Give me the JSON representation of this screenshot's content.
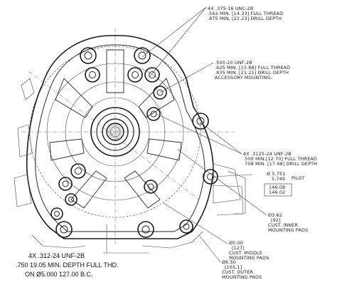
{
  "callouts": {
    "bolt_375": [
      "4X .375-16 UNC-2B",
      ".562 MIN. [14.33] FULL THREAD",
      ".875 MIN. [22.23] DRILL DEPTH"
    ],
    "bolt_500": [
      ".500-20 UNF-2B",
      ".625 MIN. [15.88] FULL THREAD",
      ".835 MIN. [21.21] DRILL DEPTH",
      "ACCESSORY MOUNTING."
    ],
    "bolt_3125": [
      "4X .3125-24 UNF-2B",
      ".500 MIN.[12.70] FULL THREAD",
      ".708 MIN. [17.98] DRILL DEPTH"
    ],
    "pilot_dia": [
      "Ø 5.751",
      "5.749"
    ],
    "pilot_label": "PILOT",
    "pilot_metric": [
      "146.08",
      "146.02"
    ],
    "inner_pads": [
      "Ø3.62",
      "[92]",
      "CUST. INNER",
      "MOUNTING PADS"
    ],
    "middle_pads": [
      "Ø5.00",
      "[127]",
      "CUST. MIDDLE",
      "MOUNTING PADS"
    ],
    "outer_pads": [
      "Ø6.50",
      "[165.1]",
      "CUST. OUTER",
      "MOUNTING PADS"
    ],
    "bolt_312": [
      "4X .312-24 UNF-2B",
      ".750  19.05 MIN. DEPTH FULL THD.",
      "ON  Ø5.000  127.00 B.C."
    ]
  }
}
